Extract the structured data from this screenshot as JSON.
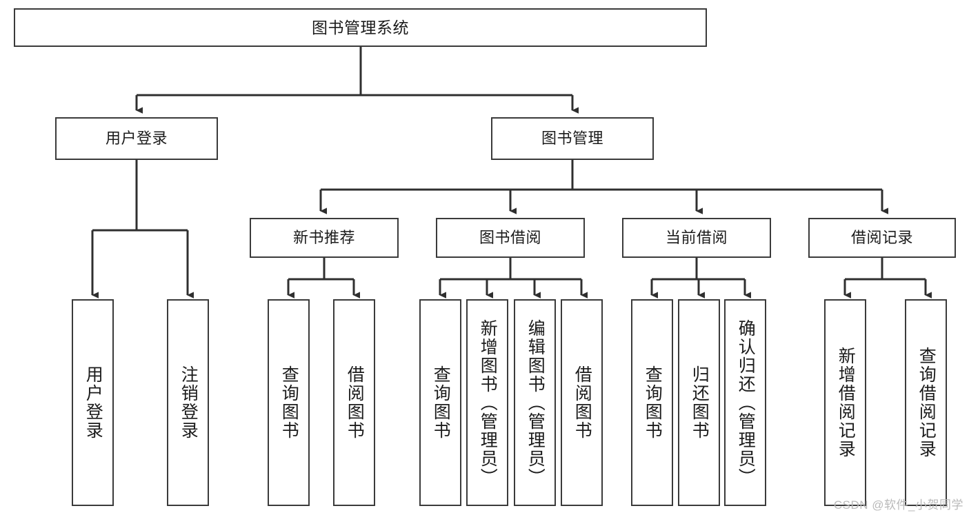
{
  "diagram": {
    "title": "图书管理系统",
    "type": "tree",
    "root": {
      "id": "root",
      "label": "图书管理系统"
    },
    "level1": [
      {
        "id": "user-login",
        "label": "用户登录"
      },
      {
        "id": "book-manage",
        "label": "图书管理"
      }
    ],
    "level2": [
      {
        "id": "new-book-rec",
        "label": "新书推荐",
        "parent": "book-manage"
      },
      {
        "id": "book-borrow",
        "label": "图书借阅",
        "parent": "book-manage"
      },
      {
        "id": "current-borrow",
        "label": "当前借阅",
        "parent": "book-manage"
      },
      {
        "id": "borrow-record",
        "label": "借阅记录",
        "parent": "book-manage"
      }
    ],
    "leaves": {
      "user-login": [
        {
          "id": "leaf-user-login",
          "label": "用户登录"
        },
        {
          "id": "leaf-logout",
          "label": "注销登录"
        }
      ],
      "new-book-rec": [
        {
          "id": "leaf-query-book-1",
          "label": "查询图书"
        },
        {
          "id": "leaf-borrow-book-1",
          "label": "借阅图书"
        }
      ],
      "book-borrow": [
        {
          "id": "leaf-query-book-2",
          "label": "查询图书"
        },
        {
          "id": "leaf-add-book",
          "label": "新增图书（管理员）"
        },
        {
          "id": "leaf-edit-book",
          "label": "编辑图书（管理员）"
        },
        {
          "id": "leaf-borrow-book-2",
          "label": "借阅图书"
        }
      ],
      "current-borrow": [
        {
          "id": "leaf-query-book-3",
          "label": "查询图书"
        },
        {
          "id": "leaf-return-book",
          "label": "归还图书"
        },
        {
          "id": "leaf-confirm-return",
          "label": "确认归还（管理员）"
        }
      ],
      "borrow-record": [
        {
          "id": "leaf-add-record",
          "label": "新增借阅记录"
        },
        {
          "id": "leaf-query-record",
          "label": "查询借阅记录"
        }
      ]
    },
    "colors": {
      "box_border": "#3a3a3a",
      "box_fill": "#ffffff",
      "connector": "#2f2f2f",
      "text": "#1b1b1b",
      "watermark": "#b9b9b9",
      "background": "#ffffff"
    }
  },
  "watermark": {
    "text": "CSDN @软件_小贺同学"
  }
}
